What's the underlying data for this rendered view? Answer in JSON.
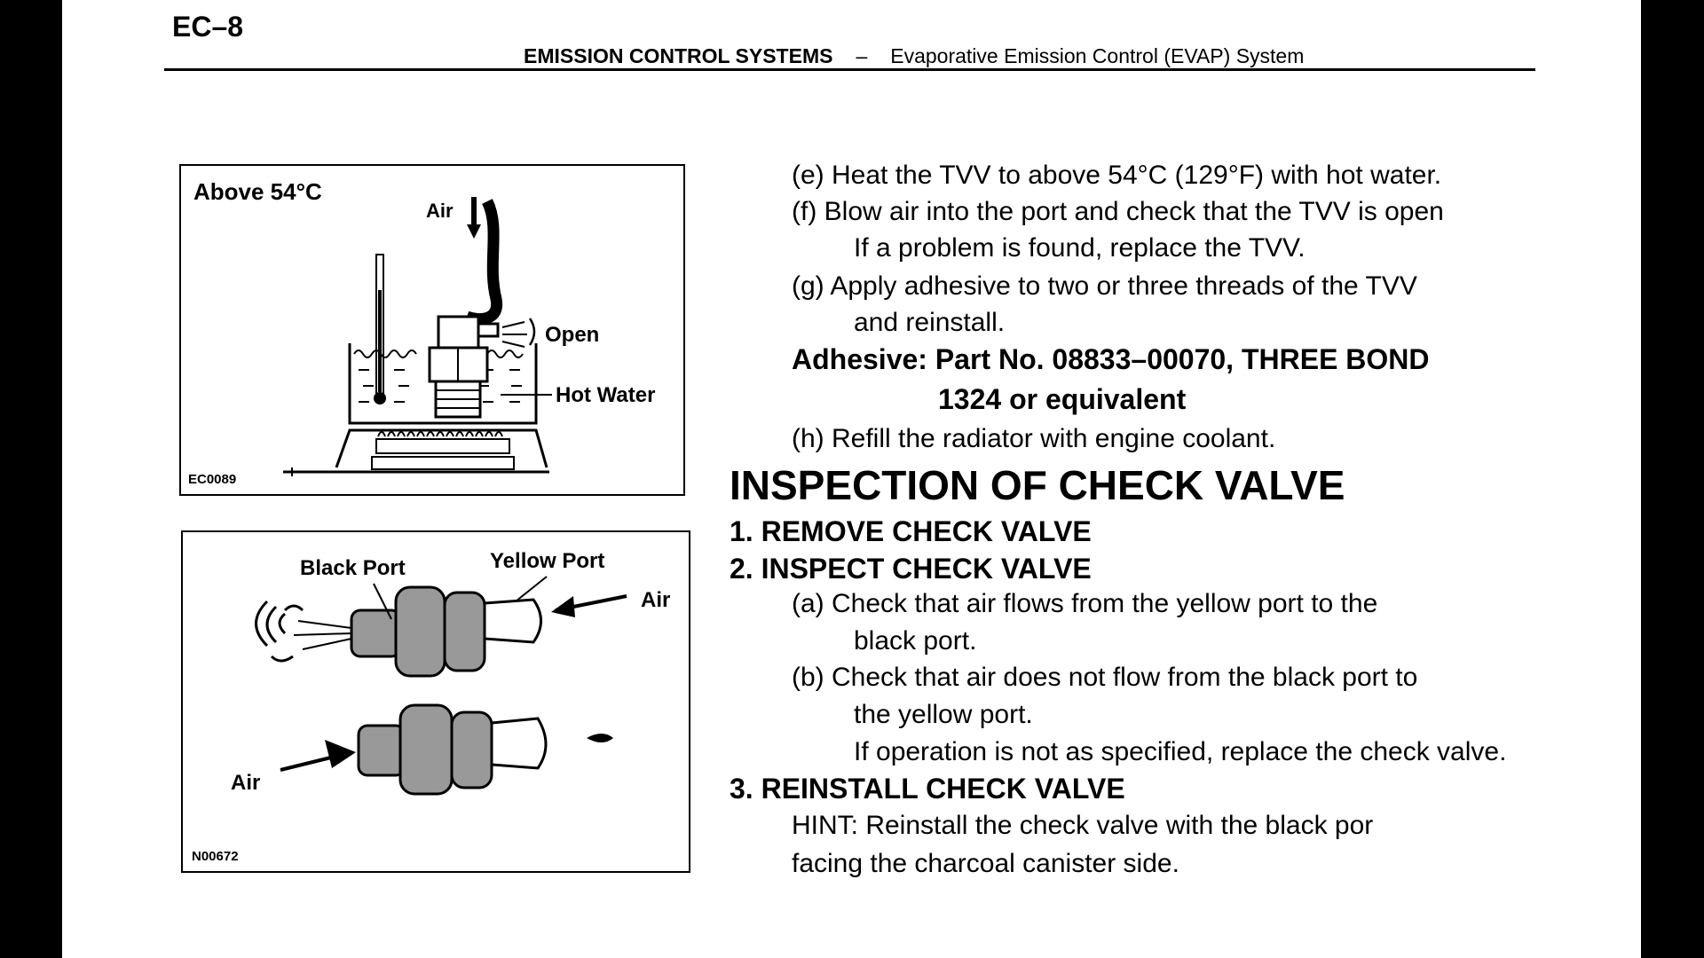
{
  "header": {
    "page_number": "EC–8",
    "section": "EMISSION CONTROL SYSTEMS",
    "separator": "–",
    "subsection": "Evaporative Emission Control (EVAP) System"
  },
  "figure1": {
    "condition_label": "Above 54°C",
    "air_label": "Air",
    "open_label": "Open",
    "hot_water_label": "Hot Water",
    "figure_id": "EC0089"
  },
  "figure2": {
    "black_port_label": "Black Port",
    "yellow_port_label": "Yellow Port",
    "air_top_label": "Air",
    "air_bottom_label": "Air",
    "figure_id": "N00672"
  },
  "steps_tvv": {
    "e": "(e) Heat the TVV to above 54°C (129°F) with hot water.",
    "f": "(f) Blow air into the port and check that the TVV is open",
    "f_note": "If a problem is found, replace the TVV.",
    "g": "(g) Apply adhesive to two or three threads of the TVV",
    "g_cont": "and reinstall.",
    "adhesive_line1": "Adhesive: Part No. 08833–00070, THREE BOND",
    "adhesive_line2": "1324 or equivalent",
    "h": "(h) Refill the radiator with engine coolant."
  },
  "check_valve": {
    "heading": "INSPECTION OF CHECK VALVE",
    "step1": "1. REMOVE CHECK VALVE",
    "step2": "2. INSPECT CHECK VALVE",
    "a": "(a) Check that air flows from the yellow port to the",
    "a_cont": "black port.",
    "b": "(b) Check that air does not flow from the black port to",
    "b_cont": "the yellow port.",
    "b_note": "If operation is not as specified, replace the check valve.",
    "step3": "3. REINSTALL CHECK VALVE",
    "hint_line1": "HINT: Reinstall the check valve with the black por",
    "hint_line2": "facing the charcoal canister side."
  }
}
